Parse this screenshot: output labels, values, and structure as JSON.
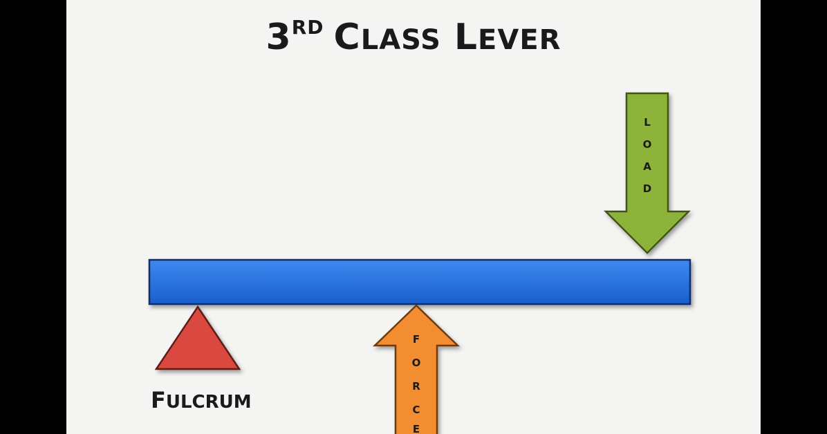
{
  "title": {
    "main": "3",
    "sup": "RD",
    "rest_big_1": "C",
    "rest_small_1": "LASS ",
    "rest_big_2": "L",
    "rest_small_2": "EVER"
  },
  "labels": {
    "fulcrum_big": "F",
    "fulcrum_small": "ULCRUM",
    "load_letters": [
      "L",
      "O",
      "A",
      "D"
    ],
    "force_letters": [
      "F",
      "O",
      "R",
      "C",
      "E"
    ]
  },
  "colors": {
    "background": "#f4f4f2",
    "frame": "#000000",
    "lever": "#1f6fe0",
    "fulcrum": "#d94a3f",
    "load_arrow": "#8db33a",
    "force_arrow": "#f38d33",
    "text": "#1a1a1a"
  }
}
